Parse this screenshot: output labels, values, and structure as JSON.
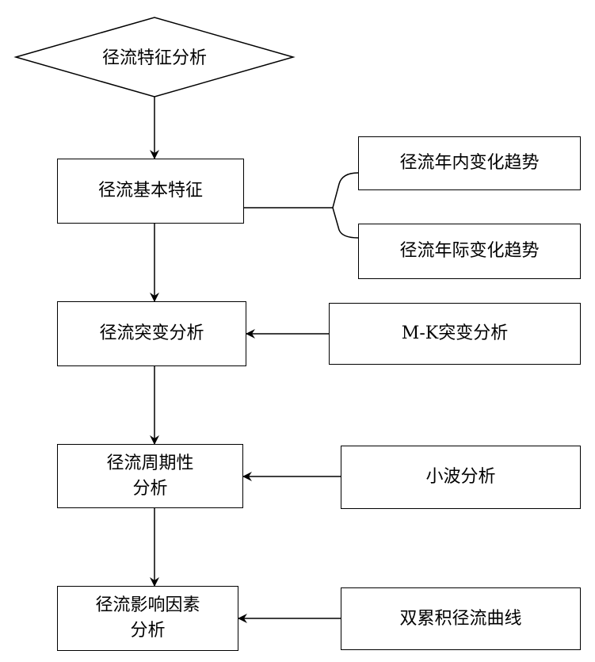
{
  "start": "径流特征分析",
  "main_steps": [
    {
      "line1": "径流基本特征",
      "line2": ""
    },
    {
      "line1": "径流突变分析",
      "line2": ""
    },
    {
      "line1": "径流周期性",
      "line2": "分析"
    },
    {
      "line1": "径流影响因素",
      "line2": "分析"
    }
  ],
  "basic_features": [
    "径流年内变化趋势",
    "径流年际变化趋势"
  ],
  "methods": [
    "M-K突变分析",
    "小波分析",
    "双累积径流曲线"
  ]
}
